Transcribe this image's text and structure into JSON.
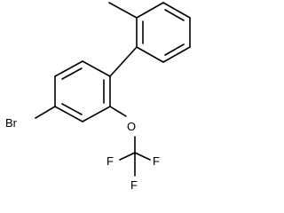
{
  "molecule": {
    "atoms": {
      "bromine": "Br",
      "oxygen": "O",
      "fluorine_left": "F",
      "fluorine_right": "F",
      "fluorine_bottom": "F"
    }
  }
}
